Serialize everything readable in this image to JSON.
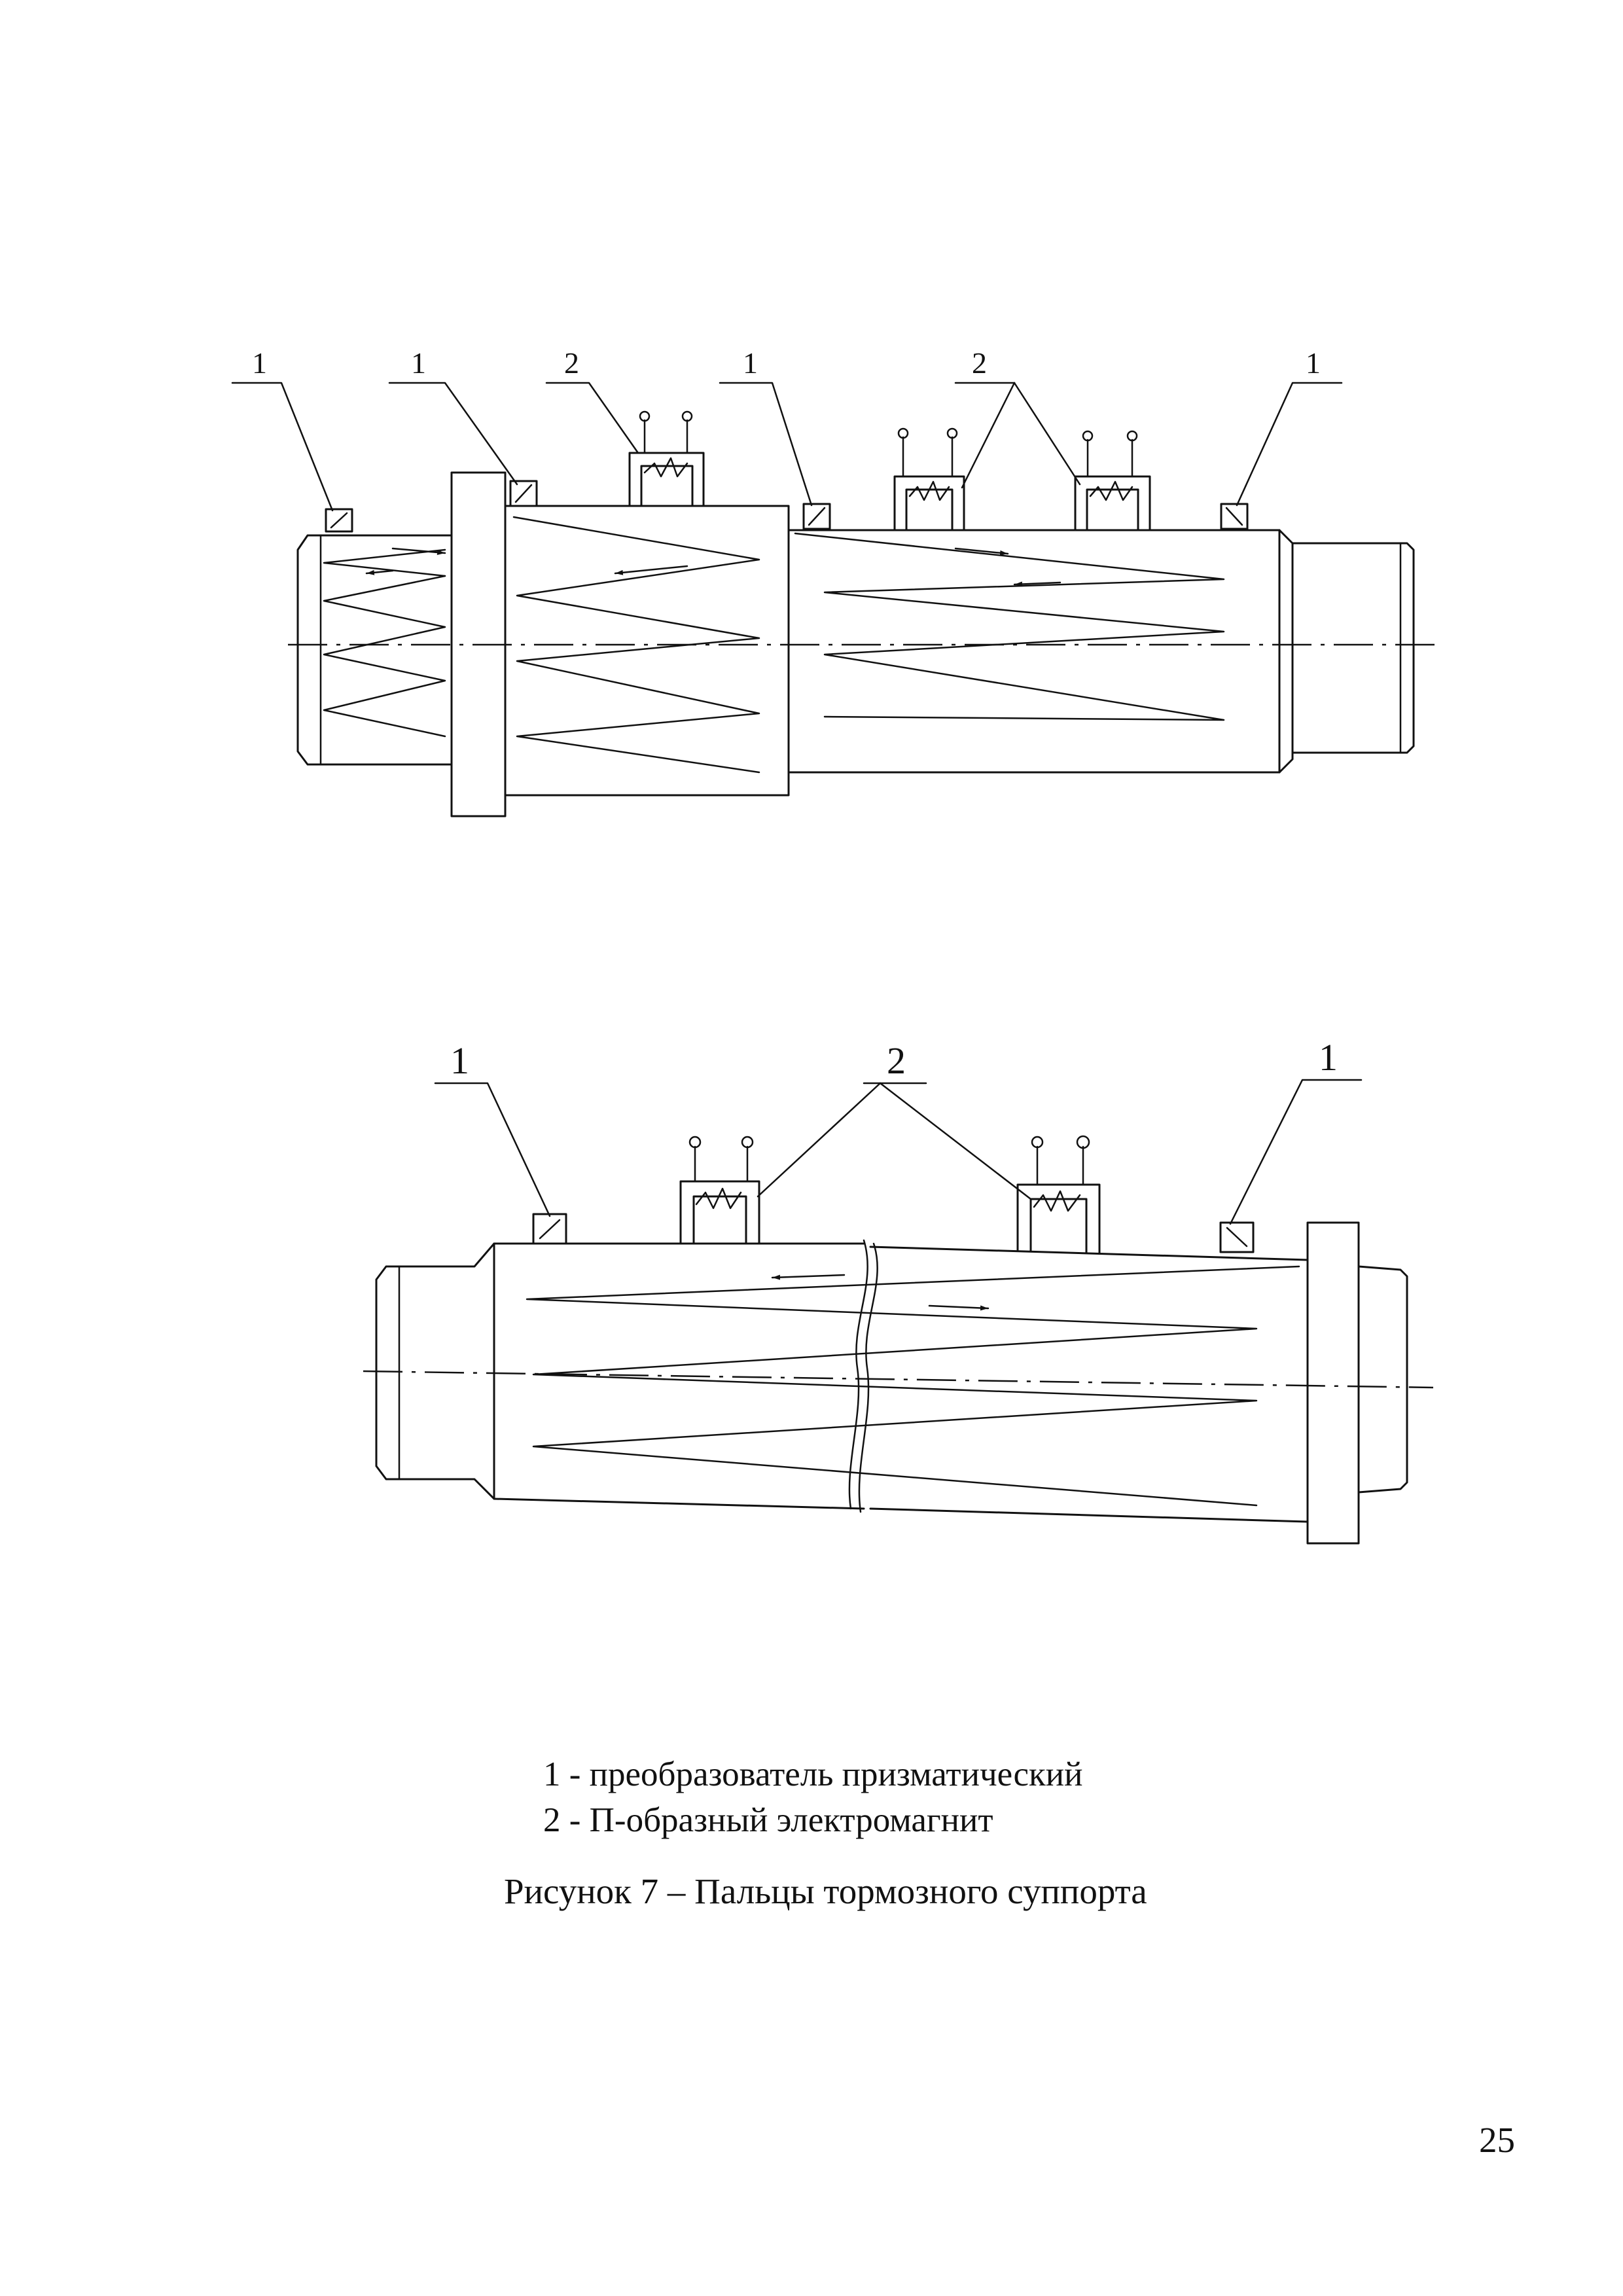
{
  "figure": {
    "top_callouts": [
      "1",
      "1",
      "2",
      "1",
      "2",
      "1"
    ],
    "bottom_callouts": [
      "1",
      "2",
      "1"
    ]
  },
  "legend": {
    "item_1": "1 - преобразователь призматический",
    "item_2": "2 - П-образный электромагнит"
  },
  "caption": "Рисунок 7 – Пальцы тормозного суппорта",
  "page_number": "25"
}
